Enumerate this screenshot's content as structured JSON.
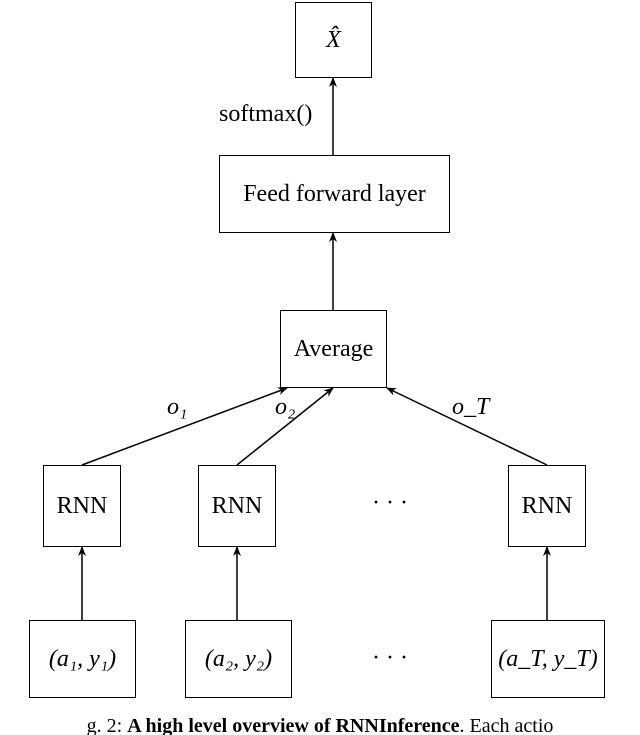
{
  "nodes": {
    "x_hat": "X̂",
    "feed_forward": "Feed forward layer",
    "average": "Average",
    "rnn_1": "RNN",
    "rnn_2": "RNN",
    "rnn_T": "RNN",
    "input_1": "(a₁, y₁)",
    "input_2": "(a₂, y₂)",
    "input_T": "(a_T, y_T)"
  },
  "edge_labels": {
    "softmax": "softmax()",
    "o1": "o₁",
    "o2": "o₂",
    "oT": "o_T"
  },
  "ellipsis": {
    "rnn_row": "· · ·",
    "input_row": "· · ·"
  },
  "caption": {
    "prefix": "g. 2: ",
    "bold": "A high level overview of RNNInference",
    "suffix": ". Each actio"
  }
}
